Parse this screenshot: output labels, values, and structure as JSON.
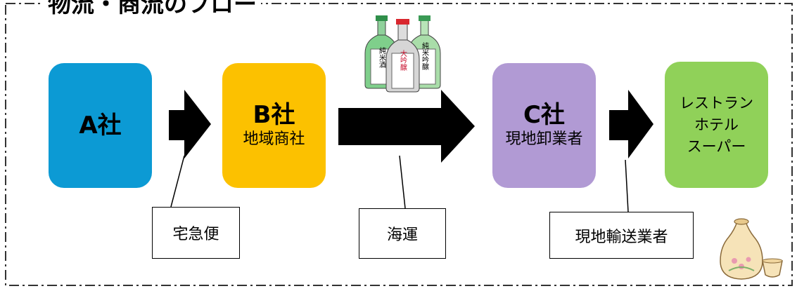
{
  "title": "物流・商流のフロー",
  "nodes": {
    "a": {
      "name": "A社",
      "color": "#0c9ad4"
    },
    "b": {
      "name": "B社",
      "sub": "地域商社",
      "color": "#fcc100"
    },
    "c": {
      "name": "C社",
      "sub": "現地卸業者",
      "color": "#b19ad4"
    },
    "d": {
      "lines": [
        "レストラン",
        "ホテル",
        "スーパー"
      ],
      "color": "#90d159"
    }
  },
  "labels": {
    "a_to_b": "宅急便",
    "b_to_c": "海運",
    "c_to_d": "現地輸送業者"
  },
  "bottles": [
    "純米酒",
    "大吟醸",
    "純米吟醸"
  ]
}
